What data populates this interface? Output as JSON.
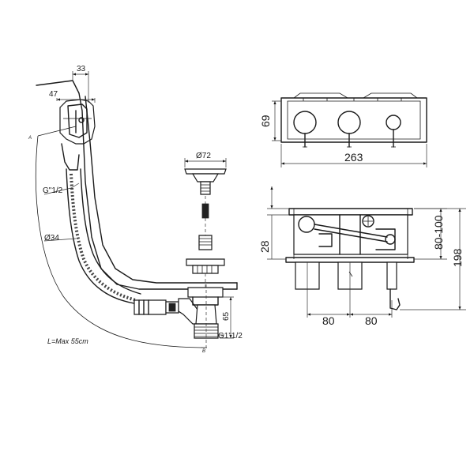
{
  "waste": {
    "dim_overflow_width": "33",
    "dim_overflow_depth": "47",
    "dim_thread_top": "G\"1/2",
    "dim_hose_diameter": "Ø34",
    "dim_plug_diameter": "Ø72",
    "dim_trap_height": "65",
    "dim_thread_bottom": "G1\"1/2",
    "length_note": "L=Max 55cm",
    "marker_a": "A",
    "marker_b": "B"
  },
  "mixer_front": {
    "dim_width": "263",
    "dim_height": "69"
  },
  "mixer_top": {
    "dim_depth": "28",
    "dim_spacing_left": "80",
    "dim_spacing_right": "80",
    "dim_adjust": "80-100",
    "dim_total": "198"
  }
}
